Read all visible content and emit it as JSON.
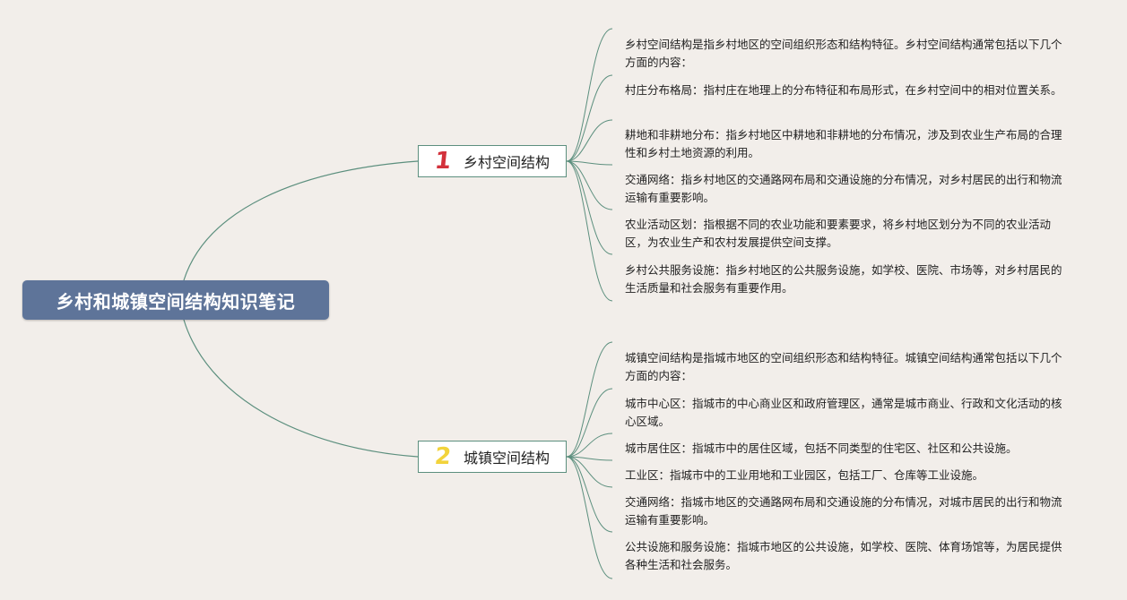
{
  "root": {
    "title": "乡村和城镇空间结构知识笔记"
  },
  "colors": {
    "background": "#f2eeea",
    "root_fill": "#5e7499",
    "connector": "#5c8f7e",
    "badge_1": "#d3313b",
    "badge_2": "#f2d33b"
  },
  "branches": [
    {
      "number": "1",
      "label": "乡村空间结构",
      "leaves": [
        "乡村空间结构是指乡村地区的空间组织形态和结构特征。乡村空间结构通常包括以下几个方面的内容：",
        "村庄分布格局：指村庄在地理上的分布特征和布局形式，在乡村空间中的相对位置关系。",
        "耕地和非耕地分布：指乡村地区中耕地和非耕地的分布情况，涉及到农业生产布局的合理性和乡村土地资源的利用。",
        "交通网络：指乡村地区的交通路网布局和交通设施的分布情况，对乡村居民的出行和物流运输有重要影响。",
        "农业活动区划：指根据不同的农业功能和要素要求，将乡村地区划分为不同的农业活动区，为农业生产和农村发展提供空间支撑。",
        "乡村公共服务设施：指乡村地区的公共服务设施，如学校、医院、市场等，对乡村居民的生活质量和社会服务有重要作用。"
      ]
    },
    {
      "number": "2",
      "label": "城镇空间结构",
      "leaves": [
        "城镇空间结构是指城市地区的空间组织形态和结构特征。城镇空间结构通常包括以下几个方面的内容：",
        "城市中心区：指城市的中心商业区和政府管理区，通常是城市商业、行政和文化活动的核心区域。",
        "城市居住区：指城市中的居住区域，包括不同类型的住宅区、社区和公共设施。",
        "工业区：指城市中的工业用地和工业园区，包括工厂、仓库等工业设施。",
        "交通网络：指城市地区的交通路网布局和交通设施的分布情况，对城市居民的出行和物流运输有重要影响。",
        "公共设施和服务设施：指城市地区的公共设施，如学校、医院、体育场馆等，为居民提供各种生活和社会服务。"
      ]
    }
  ]
}
